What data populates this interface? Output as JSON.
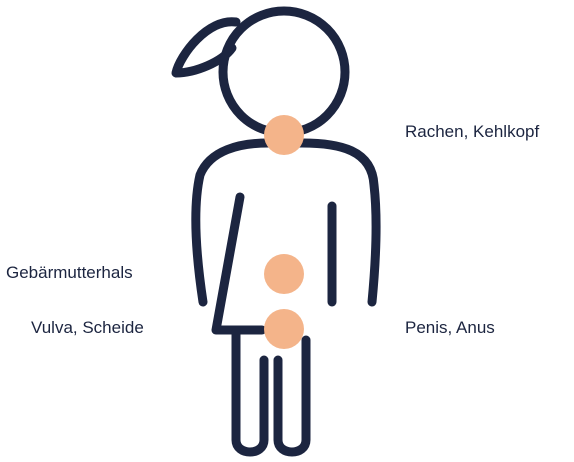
{
  "labels": {
    "throat": "Rachen, Kehlkopf",
    "cervix": "Gebärmutterhals",
    "vulva": "Vulva, Scheide",
    "penis": "Penis, Anus"
  },
  "icons": {
    "figure": "person-outline-icon",
    "marker": "body-site-marker"
  },
  "colors": {
    "outline": "#1c2540",
    "marker": "#f4b48a",
    "background": "#ffffff"
  }
}
